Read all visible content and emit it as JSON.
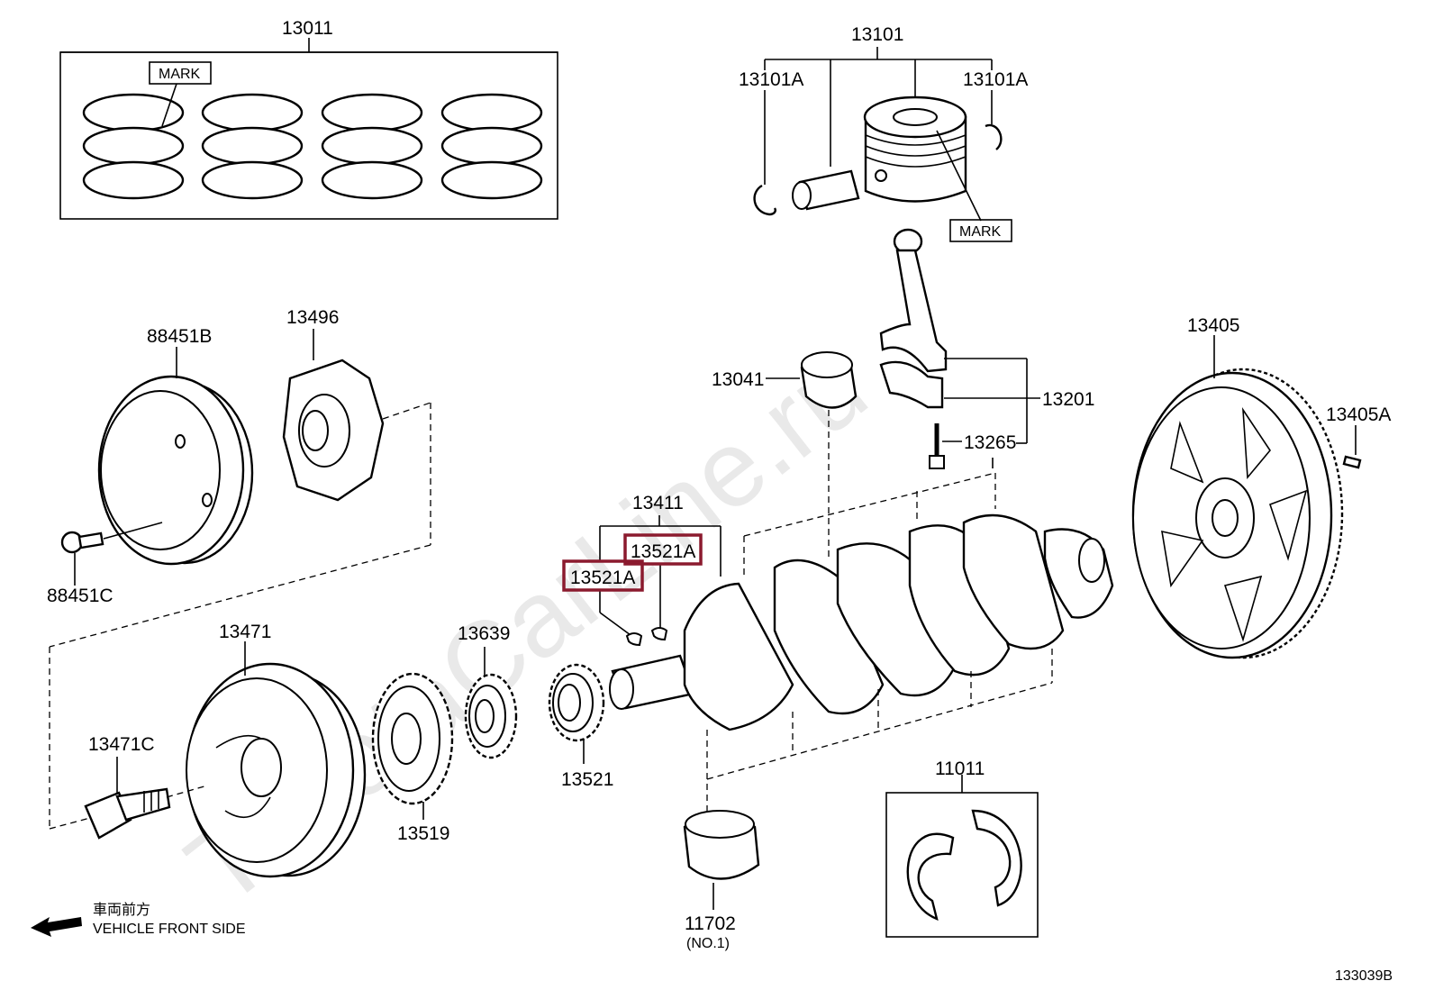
{
  "diagram": {
    "figure_code": "133039B",
    "watermark": "ToyotaCarLine.ru",
    "front_side": {
      "japanese": "車両前方",
      "english": "VEHICLE FRONT SIDE"
    },
    "highlight_color": "#8b1a2e",
    "callouts": {
      "c13011": "13011",
      "mark_rings": "MARK",
      "c13101": "13101",
      "c13101a_left": "13101A",
      "c13101a_right": "13101A",
      "mark_piston": "MARK",
      "c88451b": "88451B",
      "c13496": "13496",
      "c88451c": "88451C",
      "c13405": "13405",
      "c13405a": "13405A",
      "c13041": "13041",
      "c13201": "13201",
      "c13265": "13265",
      "c13411": "13411",
      "c13521a_upper": "13521A",
      "c13521a_lower": "13521A",
      "c13471": "13471",
      "c13639": "13639",
      "c13471c": "13471C",
      "c13519": "13519",
      "c13521": "13521",
      "c11011": "11011",
      "c11702": "11702",
      "c11702_note": "(NO.1)"
    }
  }
}
